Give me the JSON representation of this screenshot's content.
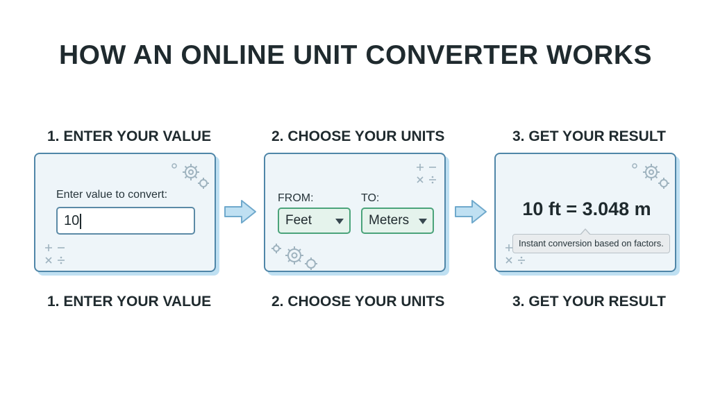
{
  "title": "HOW AN ONLINE UNIT CONVERTER WORKS",
  "steps": [
    {
      "label": "1. ENTER YOUR VALUE",
      "prompt": "Enter value to convert:",
      "input_value": "10"
    },
    {
      "label": "2. CHOOSE YOUR UNITS",
      "from_label": "FROM:",
      "to_label": "TO:",
      "from_value": "Feet",
      "to_value": "Meters"
    },
    {
      "label": "3. GET YOUR RESULT",
      "result": "10 ft = 3.048 m",
      "tooltip": "Instant conversion based on factors."
    }
  ],
  "colors": {
    "panel_border": "#4f86a8",
    "panel_bg": "#eef5f9",
    "select_border": "#4aa37a",
    "arrow_fill": "#bfe0f2"
  }
}
